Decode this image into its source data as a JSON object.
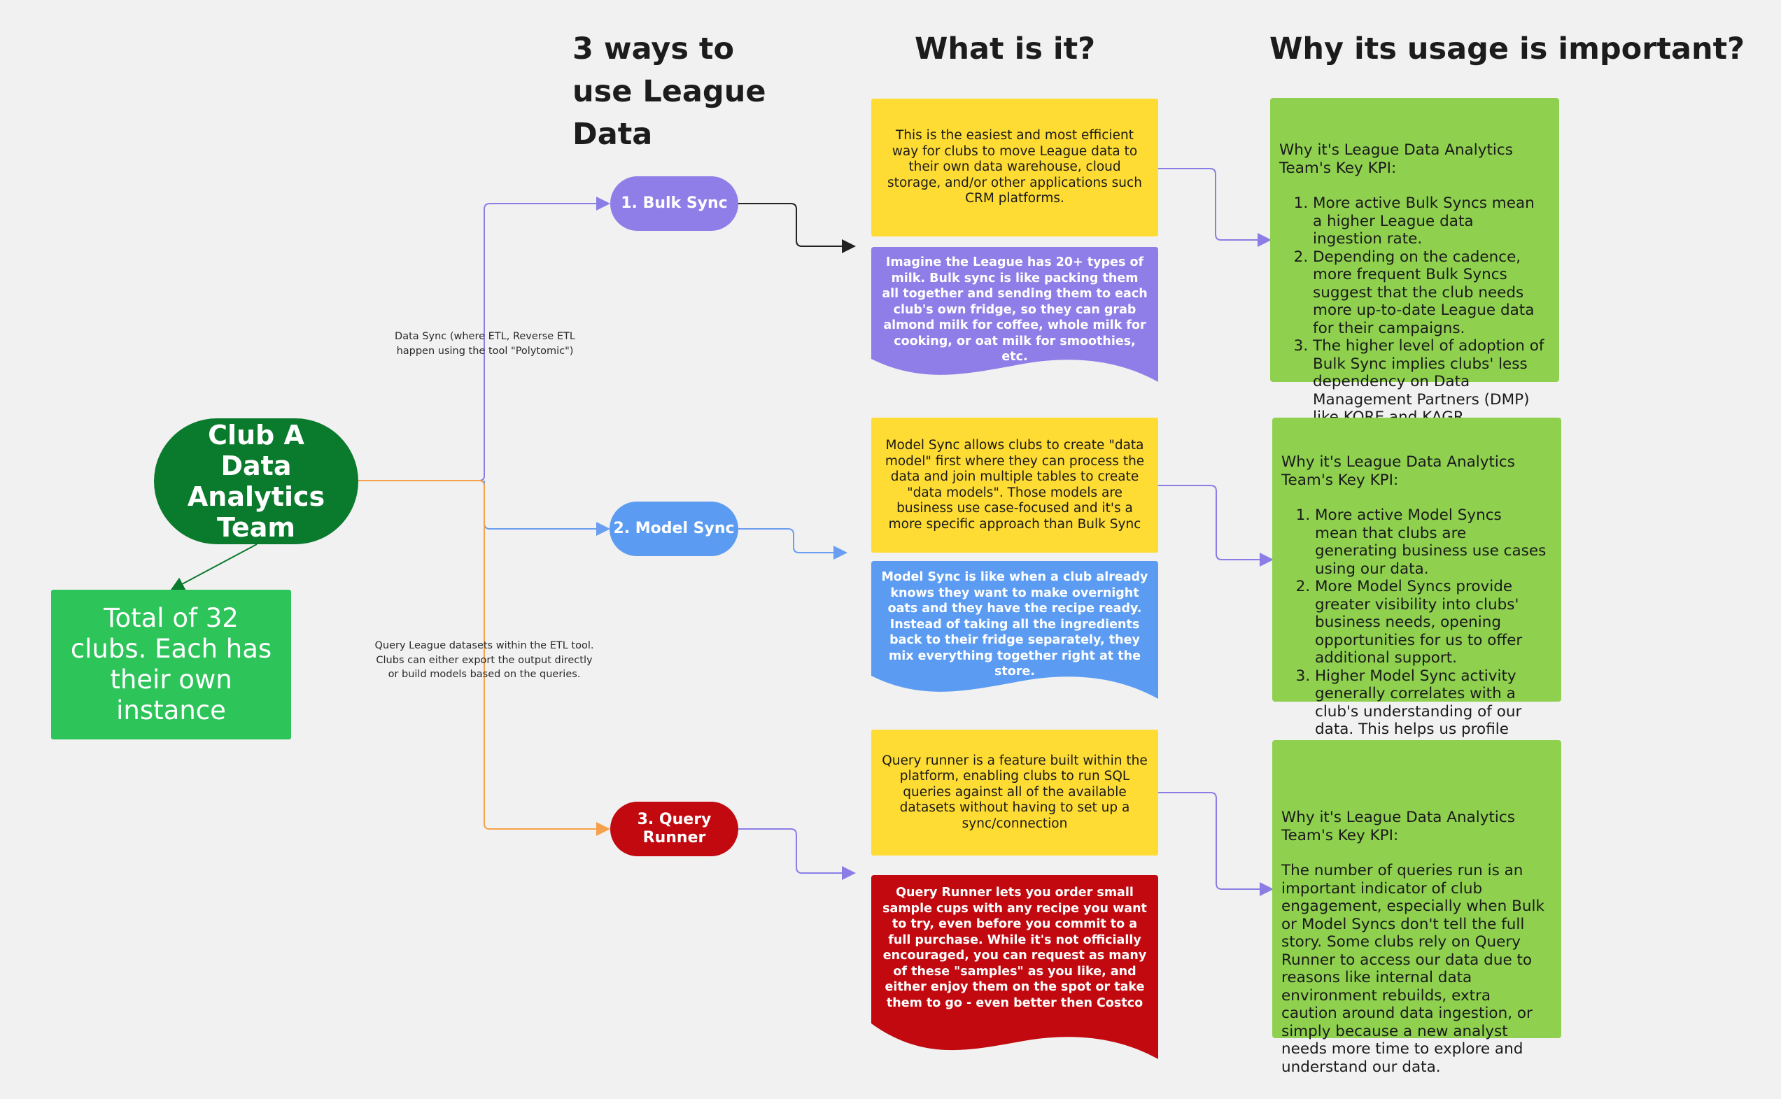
{
  "headings": {
    "col1": "3 ways to use League Data",
    "col2": "What is it?",
    "col3": "Why its usage is important?"
  },
  "root": {
    "label": "Club A Data Analytics Team",
    "note": "Total of 32 clubs. Each has their own instance"
  },
  "edge_labels": {
    "data_sync": "Data Sync (where ETL, Reverse ETL happen using the tool \"Polytomic\")",
    "query": "Query League datasets within the ETL tool. Clubs can either export the output directly or build models based on the queries."
  },
  "methods": [
    {
      "label": "1. Bulk Sync",
      "definition": "This is the easiest and most efficient way for clubs to move League data to their own data warehouse, cloud storage, and/or other applications such CRM platforms.",
      "analogy": "Imagine the League has 20+ types of milk. Bulk sync is like packing them all together and sending them to each club's own fridge, so they can grab almond milk for coffee, whole milk for cooking, or oat milk for smoothies, etc.",
      "why_heading": "Why it's League Data Analytics Team's Key KPI:",
      "why_points": [
        "More active Bulk Syncs mean a higher League data ingestion rate.",
        "Depending on the cadence, more frequent Bulk Syncs suggest that the club needs more up-to-date League data for their campaigns.",
        "The higher level of adoption of Bulk Sync implies clubs' less dependency on Data Management Partners (DMP) like KORE and KAGR."
      ]
    },
    {
      "label": "2. Model Sync",
      "definition": "Model Sync allows clubs to create \"data model\" first where they can process the data and join multiple tables to create \"data models\". Those models are business use case-focused and it's a more specific approach than Bulk Sync",
      "analogy": "Model Sync is like when a club already knows they want to make overnight oats and they have the recipe ready. Instead of taking all the ingredients back to their fridge separately, they mix everything together right at the store.",
      "why_heading": "Why it's League Data Analytics Team's Key KPI:",
      "why_points": [
        "More active Model Syncs mean that clubs are generating business use cases using our data.",
        "More Model Syncs provide greater visibility into clubs' business needs, opening opportunities for us to offer additional support.",
        "Higher Model Sync activity generally correlates with a club's understanding of our data. This helps us profile clubs into different data analytics support personas."
      ]
    },
    {
      "label": "3. Query Runner",
      "definition": "Query runner is a feature built within the platform, enabling clubs to run SQL queries against all of the available datasets without having to set up a sync/connection",
      "analogy": "Query Runner lets you order small sample cups with any recipe you want to try, even before you commit to a full purchase. While it's not officially encouraged, you can request as many of these \"samples\" as you like, and either enjoy them on the spot or take them to go - even better then Costco",
      "why_heading": "Why it's League Data Analytics Team's Key KPI:",
      "why_paragraph": "The number of queries run is an important indicator of club engagement, especially when Bulk or Model Syncs don't tell the full story. Some clubs rely on Query Runner to access our data due to reasons like internal data environment rebuilds, extra caution around data ingestion, or simply because a new analyst needs more time to explore and understand our data."
    }
  ],
  "colors": {
    "root": "#0a7a2d",
    "note": "#2dc45a",
    "bulk": "#8f7ee8",
    "model": "#5b9cf2",
    "query": "#c1090f",
    "yellow": "#ffdc33",
    "green": "#8fd14f",
    "orange_edge": "#f5a04a",
    "purple_edge": "#8a7ee6",
    "blue_edge": "#6a9ef0"
  }
}
